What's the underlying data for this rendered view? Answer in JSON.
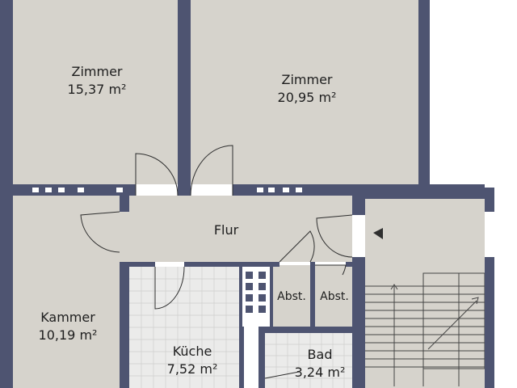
{
  "floorplan": {
    "colors": {
      "wall": "#4e5471",
      "floor": "#d6d3cc",
      "tile": "#ebebea",
      "window": "#ffffff",
      "line": "#2f2f2f",
      "text": "#1e1e1e"
    },
    "rooms": [
      {
        "id": "zimmer-1",
        "label": "Zimmer",
        "area": "15,37 m²"
      },
      {
        "id": "zimmer-2",
        "label": "Zimmer",
        "area": "20,95 m²"
      },
      {
        "id": "flur",
        "label": "Flur",
        "area": ""
      },
      {
        "id": "kammer",
        "label": "Kammer",
        "area": "10,19 m²"
      },
      {
        "id": "kueche",
        "label": "Küche",
        "area": "7,52 m²"
      },
      {
        "id": "abst-1",
        "label": "Abst.",
        "area": ""
      },
      {
        "id": "abst-2",
        "label": "Abst.",
        "area": ""
      },
      {
        "id": "bad",
        "label": "Bad",
        "area": "3,24 m²"
      }
    ]
  }
}
